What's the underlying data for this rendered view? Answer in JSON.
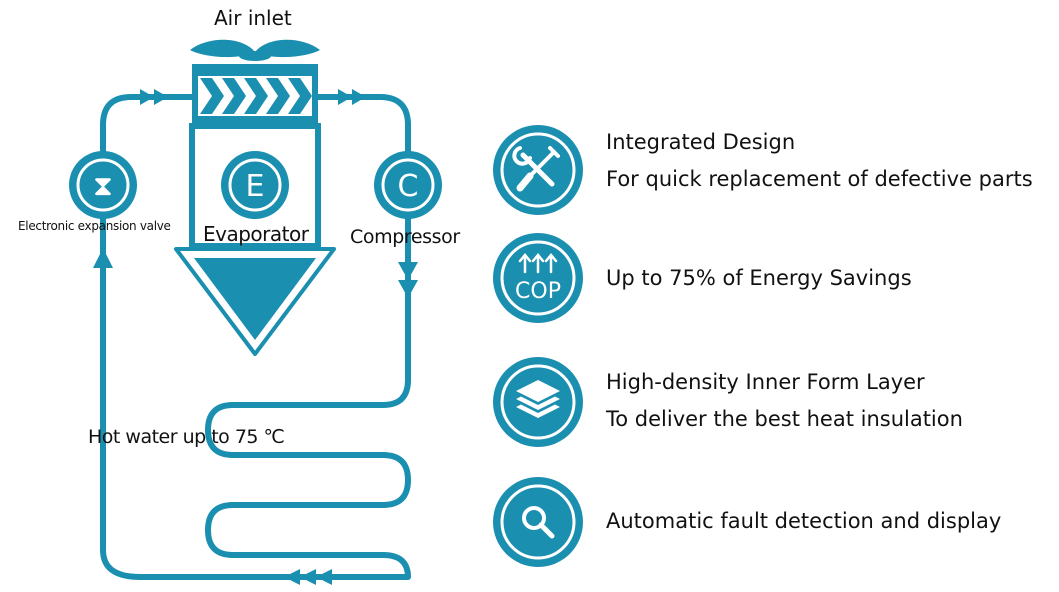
{
  "colors": {
    "primary": "#1a8fb0",
    "dark": "#157a98",
    "text": "#111111",
    "background": "#ffffff"
  },
  "diagram": {
    "air_inlet": "Air inlet",
    "valve_symbol": "⧗",
    "evaporator_letter": "E",
    "compressor_letter": "C",
    "valve_label": "Electronic expansion valve",
    "evaporator_label": "Evaporator",
    "compressor_label": "Compressor",
    "hot_water_label": "Hot water up to 75 ℃"
  },
  "features": [
    {
      "icon": "tools-icon",
      "line1": "Integrated Design",
      "line2": "For quick replacement of defective parts"
    },
    {
      "icon": "cop-icon",
      "icon_text": "COP",
      "line1": "Up to 75% of Energy Savings",
      "line2": ""
    },
    {
      "icon": "layers-icon",
      "line1": "High-density Inner Form Layer",
      "line2": "To deliver the best heat insulation"
    },
    {
      "icon": "search-icon",
      "line1": "Automatic fault detection and display",
      "line2": ""
    }
  ]
}
